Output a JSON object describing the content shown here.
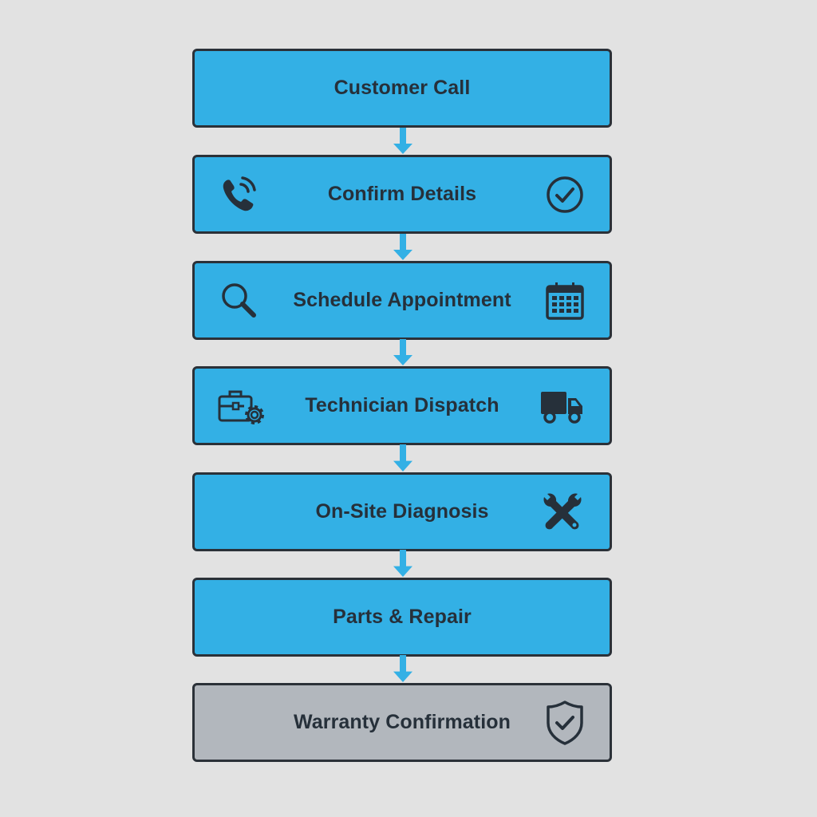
{
  "diagram": {
    "type": "vertical-flowchart",
    "colors": {
      "background": "#e2e2e2",
      "step_fill": "#33b0e5",
      "final_fill": "#b2b7bd",
      "border": "#2b3138",
      "text": "#26303a",
      "arrow": "#33b0e5"
    },
    "steps": [
      {
        "label": "Customer Call",
        "left_icon": null,
        "right_icon": null
      },
      {
        "label": "Confirm Details",
        "left_icon": "phone-ringing-icon",
        "right_icon": "check-circle-icon"
      },
      {
        "label": "Schedule Appointment",
        "left_icon": "magnifier-icon",
        "right_icon": "calendar-icon"
      },
      {
        "label": "Technician Dispatch",
        "left_icon": "toolbox-gear-icon",
        "right_icon": "truck-icon"
      },
      {
        "label": "On-Site Diagnosis",
        "left_icon": null,
        "right_icon": "wrench-screwdriver-icon"
      },
      {
        "label": "Parts & Repair",
        "left_icon": null,
        "right_icon": null
      },
      {
        "label": "Warranty Confirmation",
        "left_icon": null,
        "right_icon": "shield-check-icon"
      }
    ],
    "connectors": [
      {
        "from": 0,
        "to": 1
      },
      {
        "from": 1,
        "to": 2
      },
      {
        "from": 2,
        "to": 3
      },
      {
        "from": 3,
        "to": 4
      },
      {
        "from": 4,
        "to": 5
      },
      {
        "from": 5,
        "to": 6
      }
    ]
  }
}
